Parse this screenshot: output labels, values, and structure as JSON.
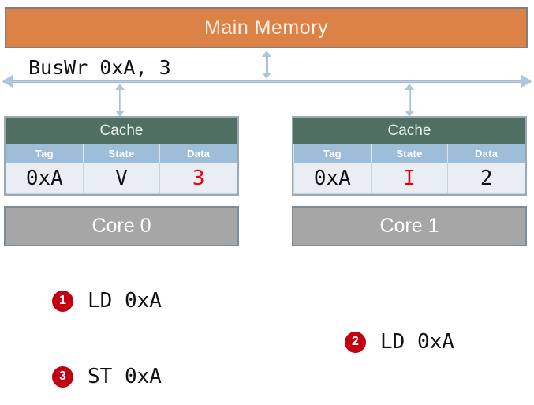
{
  "diagram": {
    "main_memory": {
      "label": "Main Memory",
      "color": "#DD8247"
    },
    "bus": {
      "label": "BusWr 0xA, 3",
      "color": "#AEC6DC"
    },
    "caches": [
      {
        "title": "Cache",
        "columns": [
          "Tag",
          "State",
          "Data"
        ],
        "row": {
          "tag": "0xA",
          "state": "V",
          "data": "3"
        },
        "highlight": "data",
        "highlight_color": "#E8000D",
        "core_label": "Core 0"
      },
      {
        "title": "Cache",
        "columns": [
          "Tag",
          "State",
          "Data"
        ],
        "row": {
          "tag": "0xA",
          "state": "I",
          "data": "2"
        },
        "highlight": "state",
        "highlight_color": "#E8000D",
        "core_label": "Core 1"
      }
    ],
    "instructions": [
      {
        "number": "1",
        "text": "LD 0xA"
      },
      {
        "number": "2",
        "text": "LD 0xA"
      },
      {
        "number": "3",
        "text": "ST 0xA"
      }
    ],
    "badge_color": "#C20012",
    "header_color": "#9DBDD8",
    "cache_title_color": "#4F6F63",
    "core_color": "#A6A6A6"
  }
}
